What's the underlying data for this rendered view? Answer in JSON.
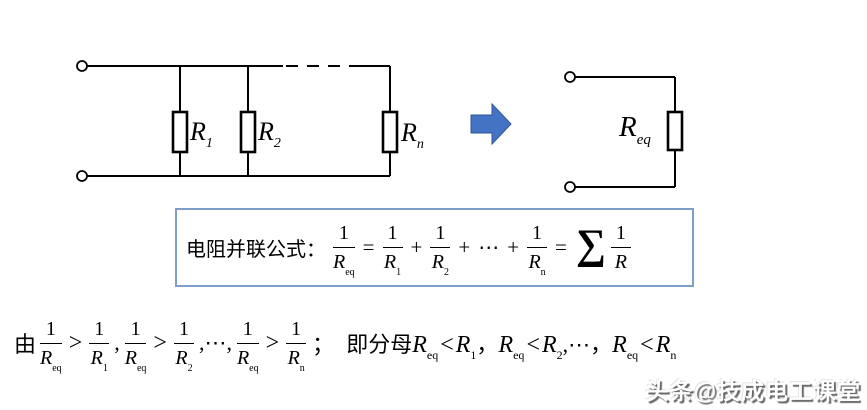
{
  "colors": {
    "arrow_fill": "#4472C4",
    "arrow_stroke": "#2F5597",
    "formula_box_border": "#7F9DC9",
    "wire": "#000000"
  },
  "circuit": {
    "left_labels": [
      {
        "base": "R",
        "sub": "1"
      },
      {
        "base": "R",
        "sub": "2"
      },
      {
        "base": "R",
        "sub": "n"
      }
    ],
    "right_label": {
      "base": "R",
      "sub": "eq"
    }
  },
  "formula_box": {
    "label": "电阻并联公式：",
    "fracs": [
      {
        "num": "1",
        "den": "R",
        "sub": "eq"
      },
      {
        "num": "1",
        "den": "R",
        "sub": "1"
      },
      {
        "num": "1",
        "den": "R",
        "sub": "2"
      },
      {
        "num": "1",
        "den": "R",
        "sub": "n"
      },
      {
        "num": "1",
        "den": "R"
      }
    ],
    "ops": {
      "equals": "=",
      "plus": "+",
      "cdots": "⋯",
      "sigma": "∑"
    }
  },
  "derivation": {
    "prefix": "由",
    "fracs": [
      {
        "num": "1",
        "den": "R",
        "sub": "eq"
      },
      {
        "num": "1",
        "den": "R",
        "sub": "1"
      },
      {
        "num": "1",
        "den": "R",
        "sub": "eq"
      },
      {
        "num": "1",
        "den": "R",
        "sub": "2"
      },
      {
        "num": "1",
        "den": "R",
        "sub": "eq"
      },
      {
        "num": "1",
        "den": "R",
        "sub": "n"
      }
    ],
    "ops": {
      "gt": ">",
      "comma": ",",
      "cdots_commas": ",⋯,",
      "semicolon": "；"
    },
    "conclusion_label": "即分母",
    "pairs": [
      {
        "left": "R",
        "left_sub": "eq",
        "op": "<",
        "right": "R",
        "right_sub": "1",
        "sep": "，"
      },
      {
        "left": "R",
        "left_sub": "eq",
        "op": "<",
        "right": "R",
        "right_sub": "2",
        "sep": ",⋯，"
      },
      {
        "left": "R",
        "left_sub": "eq",
        "op": "<",
        "right": "R",
        "right_sub": "n",
        "sep": ""
      }
    ]
  },
  "watermark": {
    "text": "头条@技成电工课堂"
  }
}
